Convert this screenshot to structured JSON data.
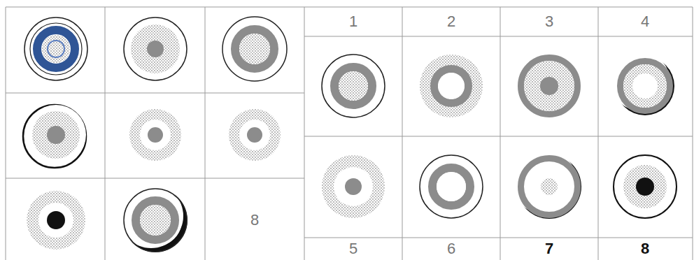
{
  "diagram": {
    "labels": [
      "8",
      "1",
      "2",
      "3",
      "4",
      "5",
      "6",
      "7",
      "8"
    ]
  }
}
